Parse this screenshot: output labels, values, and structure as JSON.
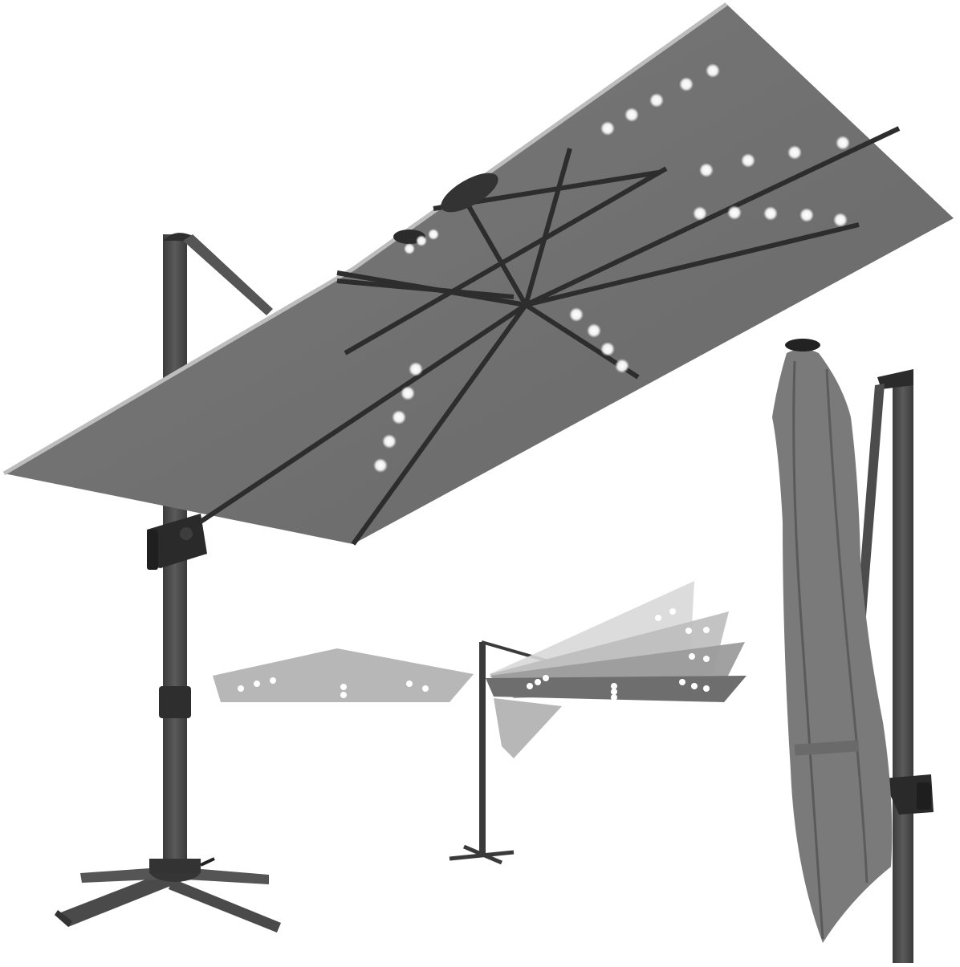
{
  "image": {
    "subject": "Cantilever offset patio umbrella with solar LED lights",
    "description": "Gray square canopy with LED strip lights on ribs, shown open, in tilt-angle sequence, and closed",
    "views": [
      {
        "name": "main-open-umbrella",
        "label": "Open umbrella with LED lights, cross base"
      },
      {
        "name": "tilt-demo",
        "label": "Small umbrellas showing canopy tilt positions"
      },
      {
        "name": "closed-umbrella",
        "label": "Closed umbrella with solar panel top"
      }
    ]
  },
  "colors": {
    "background": "#ffffff",
    "canopy": "#6f6f6f",
    "canopy_light": "#9a9a9a",
    "frame": "#3a3a3a",
    "pole": "#4a4a4a",
    "led": "#ffffff"
  }
}
